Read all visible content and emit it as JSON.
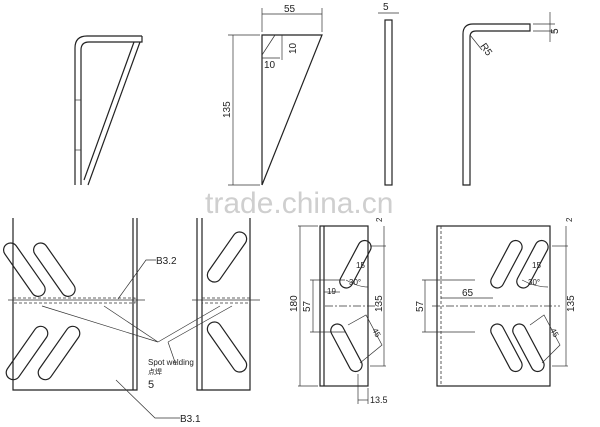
{
  "watermark": "trade.china.cn",
  "top_views": {
    "side_dim_width": "55",
    "side_dim_a": "10",
    "side_dim_b": "10",
    "side_dim_height": "135",
    "strip_thickness": "5",
    "bend_radius": "R5",
    "bend_thickness": "5"
  },
  "assembly": {
    "label_b32": "B3.2",
    "label_spot_welding": "Spot welding",
    "label_spot_welding_cn": "点焊",
    "label_weld_size": "5",
    "label_b31": "B3.1"
  },
  "plate_a": {
    "height": "180",
    "center_offset": "57",
    "slot_offset": "19",
    "slot_width": "15",
    "slot_angle": "30°",
    "slot_span": "135",
    "slot_length": "45",
    "edge_dim": "13.5",
    "top_margin": "2"
  },
  "plate_b": {
    "center_offset": "57",
    "slot_position": "65",
    "slot_width": "15",
    "slot_angle": "30°",
    "slot_span": "135",
    "slot_length": "45",
    "top_margin": "2"
  }
}
